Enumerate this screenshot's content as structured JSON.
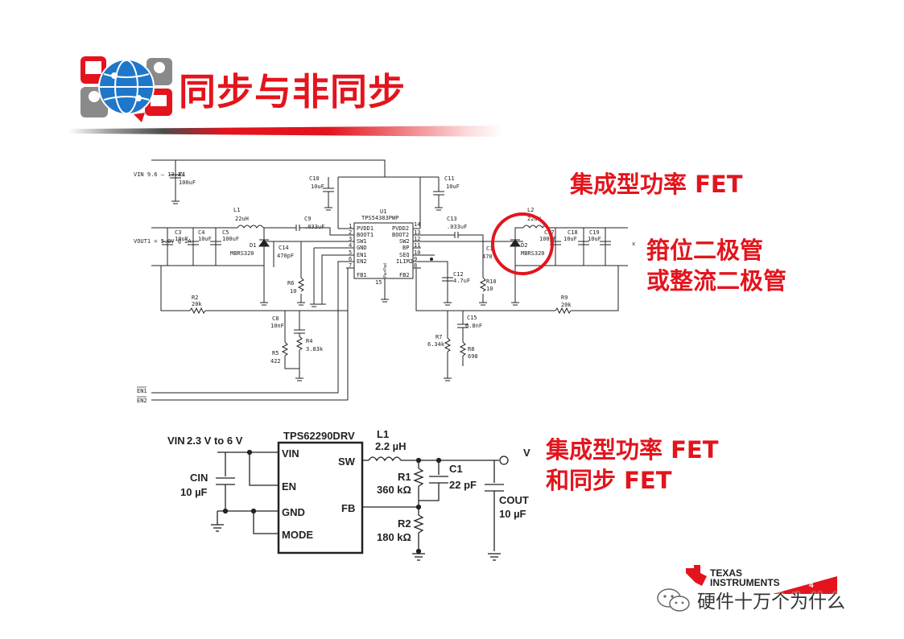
{
  "slide": {
    "title": "同步与非同步"
  },
  "annotations": {
    "top_fet": "集成型功率 FET",
    "diode_line1": "箝位二极管",
    "diode_line2": "或整流二极管",
    "bottom_line1": "集成型功率 FET",
    "bottom_line2": "和同步 FET"
  },
  "schematic1": {
    "ic_name": "U1",
    "ic_part": "TPS54383PWP",
    "pins_left": [
      {
        "num": "1",
        "name": "PVDD1"
      },
      {
        "num": "2",
        "name": "BOOT1"
      },
      {
        "num": "3",
        "name": "SW1"
      },
      {
        "num": "4",
        "name": "GND"
      },
      {
        "num": "5",
        "name": "EN1"
      },
      {
        "num": "6",
        "name": "EN2"
      },
      {
        "num": "7",
        "name": "FB1"
      }
    ],
    "pins_right": [
      {
        "num": "14",
        "name": "PVDD2"
      },
      {
        "num": "13",
        "name": "BOOT2"
      },
      {
        "num": "12",
        "name": "SW2"
      },
      {
        "num": "11",
        "name": "BP"
      },
      {
        "num": "10",
        "name": "SEQ"
      },
      {
        "num": "9",
        "name": "ILIM2"
      },
      {
        "num": "8",
        "name": "FB2"
      }
    ],
    "pin15": "15",
    "pwr_pad": "PwrPad",
    "vin_label": "VIN 9.6 – 13.2V",
    "vout1_label": "VOUT1 = 5.0V @ 2A",
    "c1": "C1",
    "c1_val": "100uF",
    "c10": "C10",
    "c10_val": "10uF",
    "c11": "C11",
    "c11_val": "10uF",
    "l1": "L1",
    "l1_val": "22uH",
    "l2": "L2",
    "l2_val": "22uH",
    "c9": "C9",
    "c9_val": ".033uF",
    "c13": "C13",
    "c13_val": ".033uF",
    "c3": "C3",
    "c3_val": "10uF",
    "c4": "C4",
    "c4_val": "10uF",
    "c5": "C5",
    "c5_val": "100uF",
    "d1": "D1",
    "d1_val": "MBRS320",
    "d2": "D2",
    "d2_val": "MBRS320",
    "c14": "C14",
    "c14_val": "470pF",
    "c16": "C1",
    "c16_val": "470",
    "c17": "C17",
    "c17_val": "100uF",
    "c18": "C18",
    "c18_val": "10uF",
    "c19": "C19",
    "c19_val": "10uF",
    "r6": "R6",
    "r6_val": "10",
    "r10": "R10",
    "r10_val": "10",
    "c12": "C12",
    "c12_val": "4.7uF",
    "r2": "R2",
    "r2_val": "20k",
    "r9": "R9",
    "r9_val": "20k",
    "c8": "C8",
    "c8_val": "10nF",
    "r4": "R4",
    "r4_val": "3.83k",
    "r5": "R5",
    "r5_val": "422",
    "c15": "C15",
    "c15_val": "6.8nF",
    "r7": "R7",
    "r7_val": "6.34k",
    "r8": "R8",
    "r8_val": "698",
    "en1_label": "EN1",
    "en2_label": "EN2",
    "out_mark": "x"
  },
  "schematic2": {
    "vin_label": "VIN",
    "vin_range": "2.3 V to 6 V",
    "ic_part": "TPS62290DRV",
    "pin_vin": "VIN",
    "pin_en": "EN",
    "pin_gnd": "GND",
    "pin_mode": "MODE",
    "pin_sw": "SW",
    "pin_fb": "FB",
    "cin": "CIN",
    "cin_val": "10 µF",
    "l1": "L1",
    "l1_val": "2.2 µH",
    "r1": "R1",
    "r1_val": "360 kΩ",
    "r2": "R2",
    "r2_val": "180 kΩ",
    "c1": "C1",
    "c1_val": "22 pF",
    "cout": "COUT",
    "cout_val": "10 µF",
    "vout_mark": "V"
  },
  "footer": {
    "ti_line1": "TEXAS",
    "ti_line2": "INSTRUMENTS",
    "page": "4",
    "watermark": "硬件十万个为什么"
  },
  "colors": {
    "accent_red": "#e3141d",
    "wire": "#222222"
  }
}
